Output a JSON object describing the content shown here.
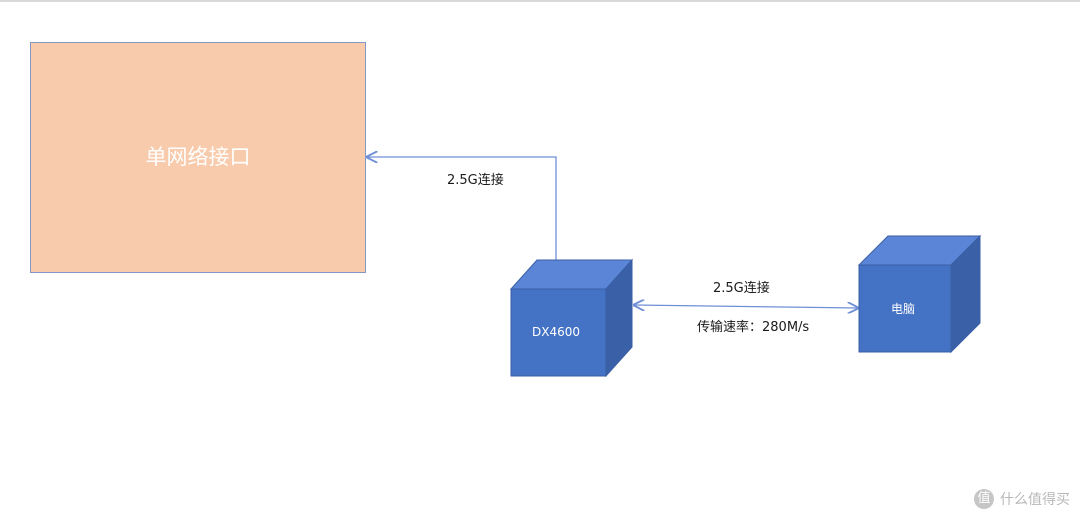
{
  "nodes": {
    "interface": "单网络接口",
    "nas": "DX4600",
    "pc": "电脑"
  },
  "edges": {
    "interface_link": "2.5G连接",
    "pc_link": "2.5G连接",
    "pc_speed": "传输速率：280M/s"
  },
  "watermark": {
    "icon": "值",
    "text": "什么值得买"
  },
  "colors": {
    "interface_fill": "#f8cbad",
    "cube_front": "#4472c4",
    "cube_top": "#5b85d6",
    "cube_side": "#3a60a8",
    "line": "#6f8fd6"
  }
}
